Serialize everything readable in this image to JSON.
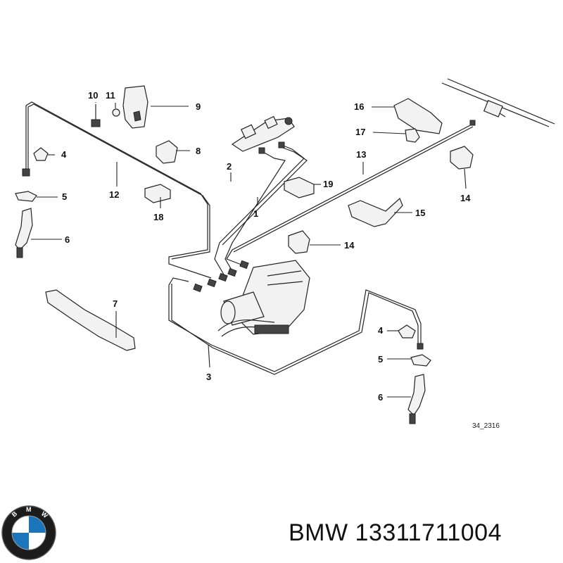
{
  "callouts": {
    "c1": "1",
    "c2": "2",
    "c3": "3",
    "c4a": "4",
    "c4b": "4",
    "c5a": "5",
    "c5b": "5",
    "c6a": "6",
    "c6b": "6",
    "c7": "7",
    "c8": "8",
    "c9": "9",
    "c10": "10",
    "c11": "11",
    "c12": "12",
    "c13": "13",
    "c14a": "14",
    "c14b": "14",
    "c15": "15",
    "c16": "16",
    "c17": "17",
    "c18": "18",
    "c19": "19"
  },
  "drawing_code": "34_2316",
  "logo": {
    "text": "BMW",
    "ring_color": "#1c1c1c",
    "blue": "#1b75bb",
    "white": "#ffffff"
  },
  "caption": "BMW 13311711004"
}
